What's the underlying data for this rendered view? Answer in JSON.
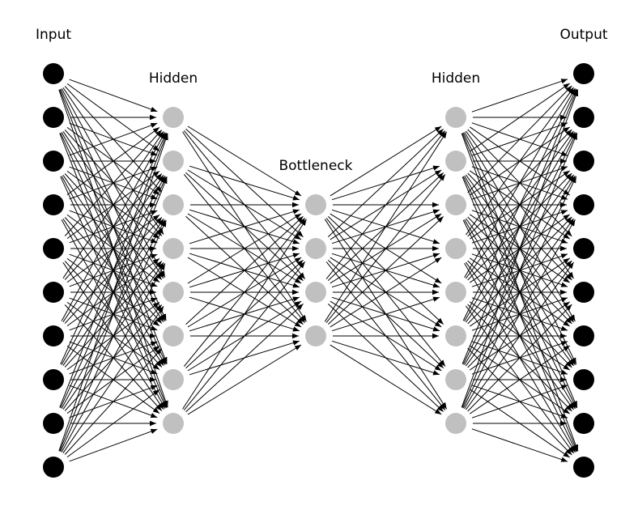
{
  "diagram": {
    "type": "neural-network",
    "layers": [
      {
        "name": "input-layer",
        "title": "Input",
        "count": 10,
        "node_color": "#000000"
      },
      {
        "name": "hidden-layer-1",
        "title": "Hidden",
        "count": 8,
        "node_color": "#c0c0c0"
      },
      {
        "name": "bottleneck-layer",
        "title": "Bottleneck",
        "count": 4,
        "node_color": "#c0c0c0"
      },
      {
        "name": "hidden-layer-2",
        "title": "Hidden",
        "count": 8,
        "node_color": "#c0c0c0"
      },
      {
        "name": "output-layer",
        "title": "Output",
        "count": 10,
        "node_color": "#000000"
      }
    ],
    "connectivity": "fully-connected",
    "edge_color": "#000000"
  }
}
